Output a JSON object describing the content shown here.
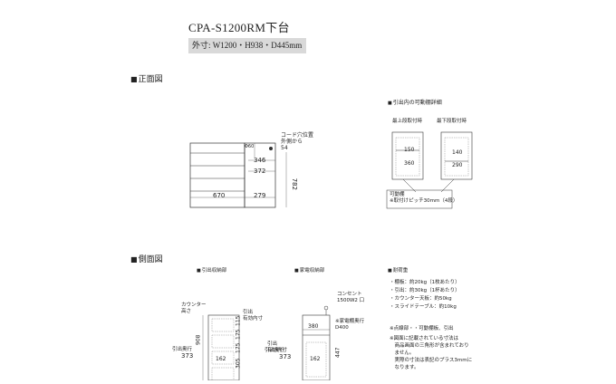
{
  "header": {
    "title": "CPA-S1200RM下台",
    "dimensions": "外寸: W1200・H938・D445mm"
  },
  "front": {
    "heading": "正面図",
    "cord_note": "コード穴位置\n外側から",
    "dims": [
      "54",
      "Φ60",
      "346",
      "372",
      "782",
      "670",
      "279"
    ]
  },
  "drawer": {
    "heading": "引出内の可動棚詳細",
    "top_label": "最上段取付時",
    "bottom_label": "最下段取付時",
    "dims_a": [
      "150",
      "360"
    ],
    "dims_b": [
      "140",
      "290"
    ],
    "note_title": "可動棚",
    "note_body": "※取付けピッチ30mm（4段）"
  },
  "side": {
    "heading": "側面図",
    "left_title": "引出収納部",
    "right_title": "家電収納部",
    "counter_label": "カウンター\n高さ",
    "inner_depth_a": "引出\n有効内寸",
    "depth_a": "引出奥行",
    "depth_a_value": "373",
    "heights": [
      "908",
      "115",
      "175",
      "175",
      "305"
    ],
    "inner_small": "162",
    "outlet_label": "コンセント\n1500W2 口",
    "shelf_depth_label": "※家電棚奥行\nD400",
    "shelf_depth_value": "380",
    "inner_depth_b": "引出\n有効内寸",
    "depth_b": "引出奥行",
    "depth_b_value": "373",
    "height_b": "447",
    "inner_b": "162"
  },
  "specs": {
    "heading": "耐荷重",
    "lines": [
      "・棚板：約20kg（1枚あたり）",
      "・引出：約30kg（1杯あたり）",
      "・カウンター天板：約50kg",
      "・スライドテーブル：約10kg"
    ],
    "note1": "※点線部・・可動棚板、引出",
    "note2": [
      "※図面に記載されている寸法は",
      "　商品画面の三角形が含まれており",
      "　ません。",
      "　実際の寸法は表記のプラス3mmに",
      "　なります。"
    ]
  }
}
